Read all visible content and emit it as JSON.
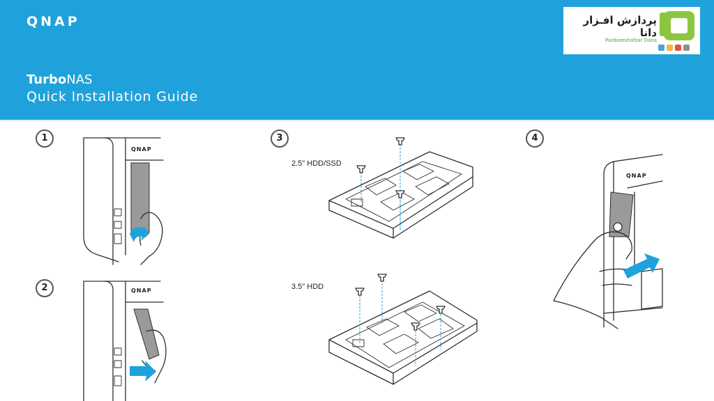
{
  "header": {
    "brand": "QNAP",
    "product_bold": "Turbo",
    "product_rest": "NAS",
    "subtitle": "Quick Installation Guide",
    "partner_name": "پردازش افـزار دانا",
    "partner_sub": "Pardazeshafzar Dana",
    "partner_colors": [
      "#8cc63f",
      "#4aa3df",
      "#f4b63f",
      "#e0563b",
      "#8e8e8e"
    ]
  },
  "steps": [
    {
      "number": "1",
      "device_logo": "QNAP"
    },
    {
      "number": "2",
      "device_logo": "QNAP"
    },
    {
      "number": "3",
      "tray_small_label": "2.5\" HDD/SSD",
      "tray_large_label": "3.5\" HDD"
    },
    {
      "number": "4",
      "device_logo": "QNAP"
    }
  ],
  "colors": {
    "accent": "#1fa2dc",
    "line": "#2d2d2d"
  }
}
